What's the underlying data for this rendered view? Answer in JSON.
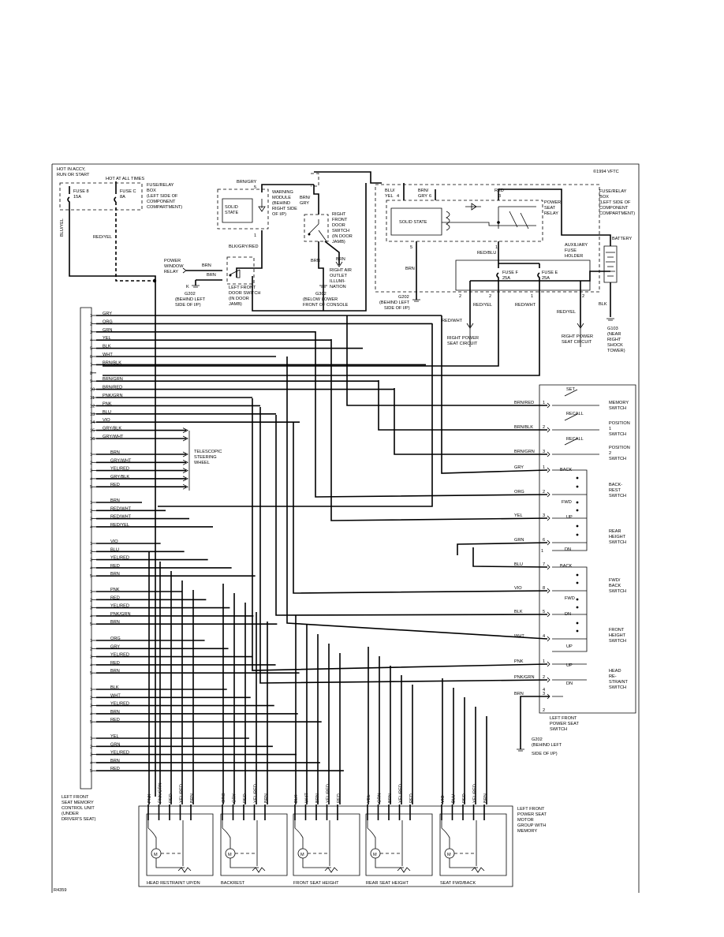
{
  "copyright": "©1994 VFTC",
  "footer_code": "R4359",
  "top_left": {
    "hot_accy": [
      "HOT IN ACCY,",
      "RUN OR START"
    ],
    "hot_always": "HOT AT ALL TIMES",
    "fuse8": [
      "FUSE 8",
      "15A"
    ],
    "fuseC": [
      "FUSE C",
      "8A"
    ],
    "fuse_box": [
      "FUSE/RELAY",
      "BOX",
      "(LEFT SIDE OF",
      "COMPONENT",
      "COMPARTMENT)"
    ],
    "blu_yel": "BLU/YEL",
    "red_yel": "RED/YEL"
  },
  "warning_module": {
    "brn_gry": "BRN/GRY",
    "pins": [
      "5",
      "1"
    ],
    "solid_state": [
      "SOLID",
      "STATE"
    ],
    "label": [
      "WARNING",
      "MODULE",
      "(BEHIND",
      "RIGHT SIDE",
      "OF I/P)"
    ],
    "blk_gry_red": "BLK/GRY/RED"
  },
  "power_window_relay": [
    "POWER",
    "WINDOW",
    "RELAY"
  ],
  "left_door_switch": {
    "brn1": "BRN",
    "brn2": "BRN",
    "label": [
      "LEFT FRONT",
      "DOOR SWITCH",
      "(IN DOOR",
      "JAMB)"
    ],
    "k": "K"
  },
  "g202_top": [
    "G202",
    "(BEHIND LEFT",
    "SIDE OF I/P)"
  ],
  "right_door_switch": {
    "brn_gry": [
      "BRN/",
      "GRY"
    ],
    "label": [
      "RIGHT",
      "FRONT",
      "DOOR",
      "SWITCH",
      "(IN DOOR",
      "JAMB)"
    ],
    "brn1": "BRN",
    "brn2": "BRN",
    "outlet": [
      "RIGHT AIR",
      "OUTLET",
      "ILLUMI-",
      "NATION"
    ],
    "g302": [
      "G302",
      "(BELOW LOWER",
      "FRONT OF CONSOLE"
    ]
  },
  "power_seat_relay": {
    "blu_yel": [
      "BLU/",
      "YEL"
    ],
    "brn_gry": [
      "BRN/",
      "GRY"
    ],
    "pin4": "4",
    "pin6": "6",
    "red": "RED",
    "pin3": "3",
    "solid_state": "SOLID STATE",
    "label": [
      "POWER",
      "SEAT",
      "RELAY"
    ],
    "pin5": "5",
    "pin1": "1",
    "brn": "BRN",
    "g202": [
      "G202",
      "(BEHIND LEFT",
      "SIDE OF I/P)"
    ],
    "fuse_box": [
      "FUSE/RELAY",
      "BOX",
      "(LEFT SIDE OF",
      "COMPONENT",
      "COMPARTMENT)"
    ],
    "battery": "BATTERY",
    "red_blu": "RED/BLU",
    "aux_fuse": [
      "AUXILIARY",
      "FUSE",
      "HOLDER"
    ],
    "fuseF": [
      "FUSE F",
      "25A"
    ],
    "fuseE": [
      "FUSE E",
      "25A"
    ],
    "pins_bottom": [
      "2",
      "2",
      "1",
      "2"
    ],
    "red_wht": "RED/WHT",
    "red_yel": "RED/YEL",
    "red_wht2": "RED/WHT",
    "red_yel2": "RED/YEL",
    "right_seat1": [
      "RIGHT POWER",
      "SEAT CIRCUIT"
    ],
    "right_seat2": [
      "RIGHT POWER",
      "SEAT CIRCUIT"
    ],
    "blk": "BLK",
    "g103": [
      "G103",
      "(NEAR",
      "RIGHT",
      "SHOCK",
      "TOWER)"
    ]
  },
  "connector1": {
    "pins": [
      "1",
      "2",
      "3",
      "4",
      "5",
      "6",
      "7",
      "8",
      "9",
      "10",
      "11",
      "12",
      "13",
      "14",
      "15",
      "16"
    ],
    "wires": [
      "GRY",
      "ORG",
      "GRN",
      "YEL",
      "BLK",
      "WHT",
      "BRN/BLK",
      "",
      "BRN/GRN",
      "BRN/RED",
      "PNK/GRN",
      "PNK",
      "BLU",
      "VIO",
      "GRY/BLK",
      "GRY/WHT"
    ]
  },
  "telescopic": {
    "wires": [
      "BRN",
      "GRY/WHT",
      "YEL/RED",
      "GRY/BLK",
      "RED"
    ],
    "label": [
      "TELESCOPIC",
      "STEERING",
      "WHEEL"
    ]
  },
  "conn3": {
    "wires": [
      "BRN",
      "RED/WHT",
      "RED/WHT",
      "RED/YEL"
    ]
  },
  "conn4": {
    "wires": [
      "VIO",
      "BLU",
      "YEL/RED",
      "RED",
      "BRN"
    ]
  },
  "conn5": {
    "wires": [
      "PNK",
      "RED",
      "YEL/RED",
      "PNK/GRN",
      "BRN"
    ]
  },
  "conn6": {
    "wires": [
      "ORG",
      "GRY",
      "YEL/RED",
      "RED",
      "BRN"
    ]
  },
  "conn7": {
    "wires": [
      "BLK",
      "WHT",
      "YEL/RED",
      "BRN",
      "RED"
    ]
  },
  "conn8": {
    "wires": [
      "YEL",
      "GRN",
      "YEL/RED",
      "BRN",
      "RED"
    ]
  },
  "control_unit": [
    "LEFT FRONT",
    "SEAT MEMORY",
    "CONTROL UNIT",
    "(UNDER",
    "DRIVER'S SEAT)"
  ],
  "seat_switch": {
    "rows": [
      {
        "wire": "BRN/RED",
        "pin": "1"
      },
      {
        "wire": "BRN/BLK",
        "pin": "2"
      },
      {
        "wire": "BRN/GRN",
        "pin": "3"
      },
      {
        "wire": "GRY",
        "pin": "1"
      },
      {
        "wire": "ORG",
        "pin": "2"
      },
      {
        "wire": "YEL",
        "pin": "3"
      },
      {
        "wire": "GRN",
        "pin": "6"
      },
      {
        "wire": "BLU",
        "pin": "7"
      },
      {
        "wire": "VIO",
        "pin": "8"
      },
      {
        "wire": "BLK",
        "pin": "5"
      },
      {
        "wire": "WHT",
        "pin": "4"
      },
      {
        "wire": "PNK",
        "pin": "1"
      },
      {
        "wire": "PNK/GRN",
        "pin": "2"
      },
      {
        "wire": "BRN",
        "pin": "3"
      }
    ],
    "extra_pins": [
      "4",
      "1",
      "2"
    ],
    "contacts": [
      "SET",
      "RECALL",
      "RECALL",
      "BACK",
      "FWD",
      "UP",
      "DN",
      "BACK",
      "FWD",
      "DN",
      "UP",
      "UP",
      "DN"
    ],
    "labels": {
      "memory": [
        "MEMORY",
        "SWITCH"
      ],
      "pos1": [
        "POSITION",
        "1",
        "SWITCH"
      ],
      "pos2": [
        "POSITION",
        "2",
        "SWITCH"
      ],
      "backrest": [
        "BACK-",
        "REST",
        "SWITCH"
      ],
      "rear_height": [
        "REAR",
        "HEIGHT",
        "SWITCH"
      ],
      "fwd_back": [
        "FWD/",
        "BACK",
        "SWITCH"
      ],
      "front_height": [
        "FRONT",
        "HEIGHT",
        "SWITCH"
      ],
      "head_restraint": [
        "HEAD",
        "RE-",
        "STRAINT",
        "SWITCH"
      ],
      "name": [
        "LEFT FRONT",
        "POWER SEAT",
        "SWITCH"
      ]
    },
    "g202": [
      "G202",
      "(BEHIND LEFT",
      "SIDE OF I/P)"
    ]
  },
  "motors": {
    "groups": [
      {
        "name": "HEAD RESTRAINT UP/DN",
        "wires": [
          "PNK",
          "PNK/GRN",
          "RED",
          "YEL/RED",
          "BRN"
        ]
      },
      {
        "name": "BACKREST",
        "wires": [
          "ORG",
          "GRY",
          "RED",
          "YEL/RED",
          "BRN"
        ]
      },
      {
        "name": "FRONT SEAT HEIGHT",
        "wires": [
          "BLK",
          "WHT",
          "BRN",
          "YEL/RED",
          "RED"
        ]
      },
      {
        "name": "REAR SEAT HEIGHT",
        "wires": [
          "YEL",
          "GRN",
          "BRN",
          "YEL/RED",
          "RED"
        ]
      },
      {
        "name": "SEAT FWD/BACK",
        "wires": [
          "VIO",
          "BLU",
          "RED",
          "YEL/RED",
          "BRN"
        ]
      }
    ],
    "motor_symbol": "M",
    "label": [
      "LEFT FRONT",
      "POWER SEAT",
      "MOTOR",
      "GROUP WITH",
      "MEMORY"
    ]
  }
}
